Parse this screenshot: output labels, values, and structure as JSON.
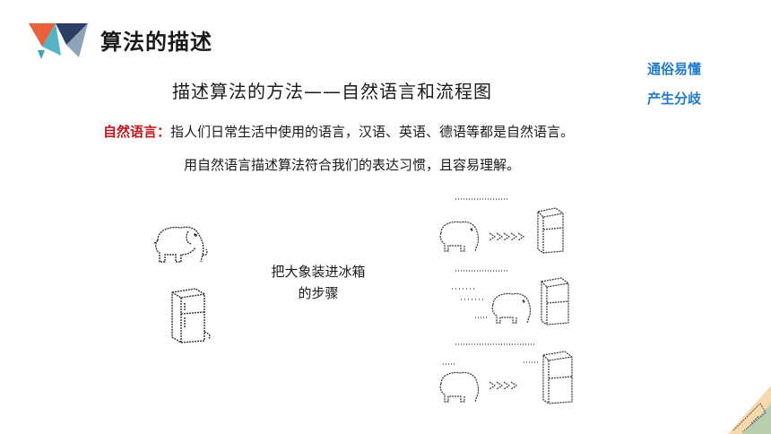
{
  "header": {
    "title": "算法的描述"
  },
  "subtitle": "描述算法的方法——自然语言和流程图",
  "tags": [
    "通俗易懂",
    "产生分歧"
  ],
  "definition": {
    "term": "自然语言：",
    "text": "指人们日常生活中使用的语言，汉语、英语、德语等都是自然语言。"
  },
  "line2": "用自然语言描述算法符合我们的表达习惯，且容易理解。",
  "caption": {
    "line1": "把大象装进冰箱",
    "line2": "的步骤"
  },
  "colors": {
    "accent_red": "#c0161c",
    "accent_blue": "#1f7ac9",
    "logo_orange": "#e8603c",
    "logo_teal": "#3aa6b9",
    "logo_navy": "#2c3e66"
  }
}
